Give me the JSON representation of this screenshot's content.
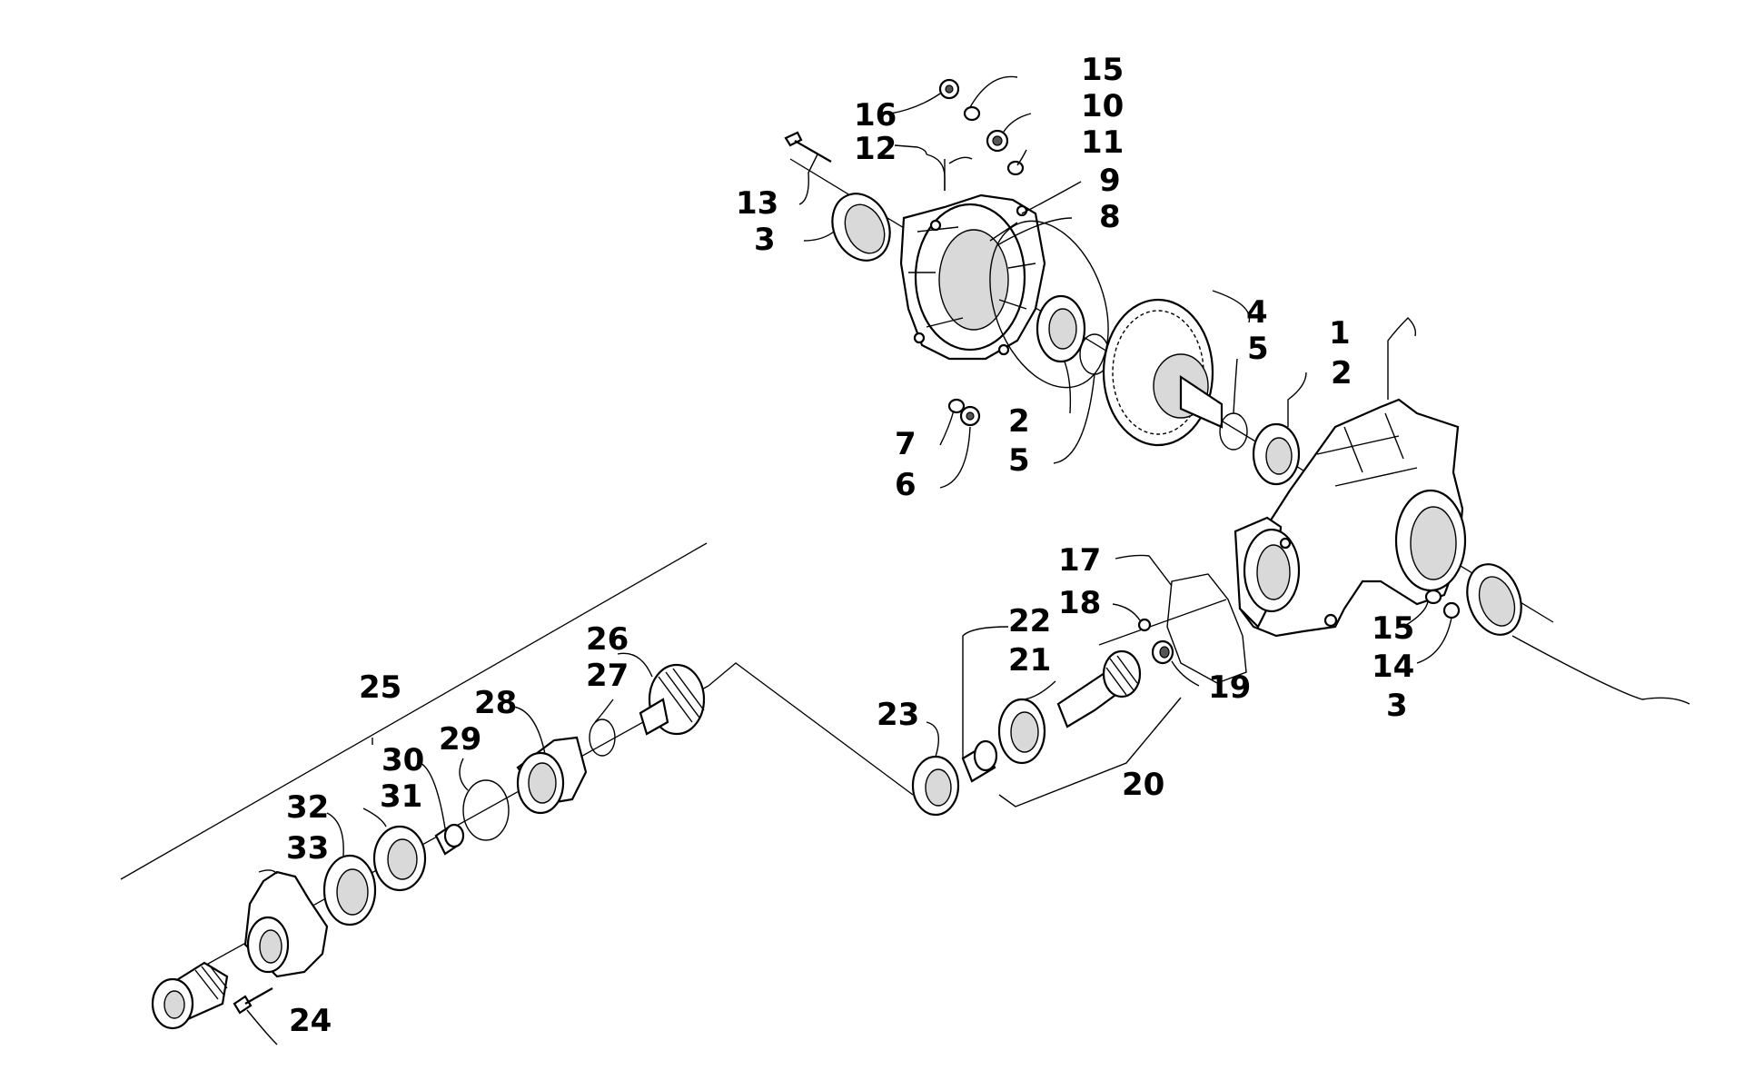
{
  "callouts": {
    "c1": "1",
    "c2a": "2",
    "c2b": "2",
    "c3a": "3",
    "c3b": "3",
    "c4": "4",
    "c5a": "5",
    "c5b": "5",
    "c6": "6",
    "c7": "7",
    "c8": "8",
    "c9": "9",
    "c10": "10",
    "c11": "11",
    "c12": "12",
    "c13": "13",
    "c14": "14",
    "c15a": "15",
    "c15b": "15",
    "c16": "16",
    "c17": "17",
    "c18": "18",
    "c19": "19",
    "c20": "20",
    "c21": "21",
    "c22": "22",
    "c23": "23",
    "c24": "24",
    "c25": "25",
    "c26": "26",
    "c27": "27",
    "c28": "28",
    "c29": "29",
    "c30": "30",
    "c31": "31",
    "c32": "32",
    "c33": "33"
  }
}
